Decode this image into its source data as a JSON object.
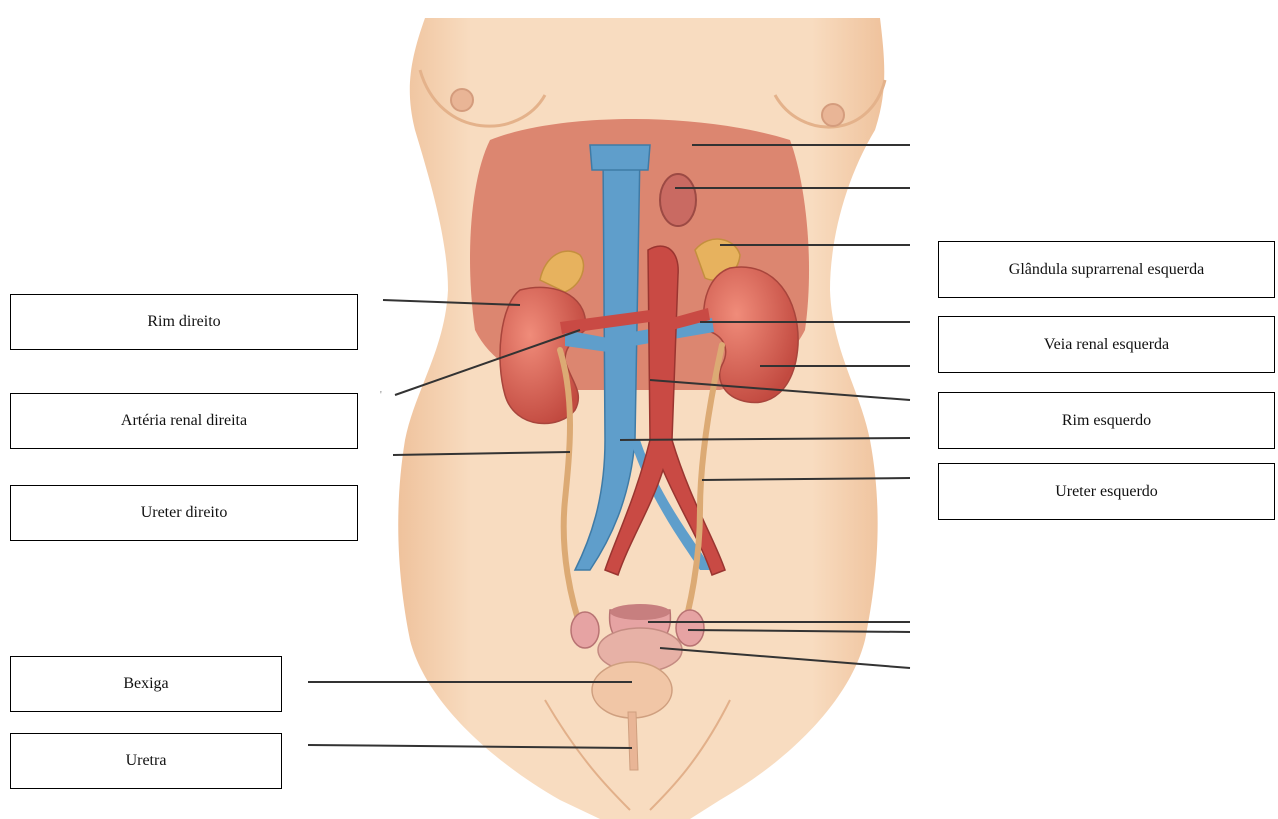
{
  "labels": {
    "rim_direito": "Rim direito",
    "arteria_renal_direita": "Artéria renal direita",
    "ureter_direito": "Ureter direito",
    "bexiga": "Bexiga",
    "uretra": "Uretra",
    "glandula_suprarrenal_esquerda": "Glândula suprarrenal esquerda",
    "veia_renal_esquerda": "Veia renal esquerda",
    "rim_esquerdo": "Rim esquerdo",
    "ureter_esquerdo": "Ureter esquerdo"
  },
  "colors": {
    "skin": "#f6d3b2",
    "skin_shadow": "#e9b98f",
    "liver_backdrop": "#dd8470",
    "kidney": "#d55f50",
    "vein": "#5f9ecb",
    "artery": "#c94a44",
    "ureter": "#dcaa74",
    "adrenal": "#e7b25e",
    "bladder": "#f1c6a6",
    "uterus": "#e6a3a3",
    "leader_line": "#333333"
  }
}
